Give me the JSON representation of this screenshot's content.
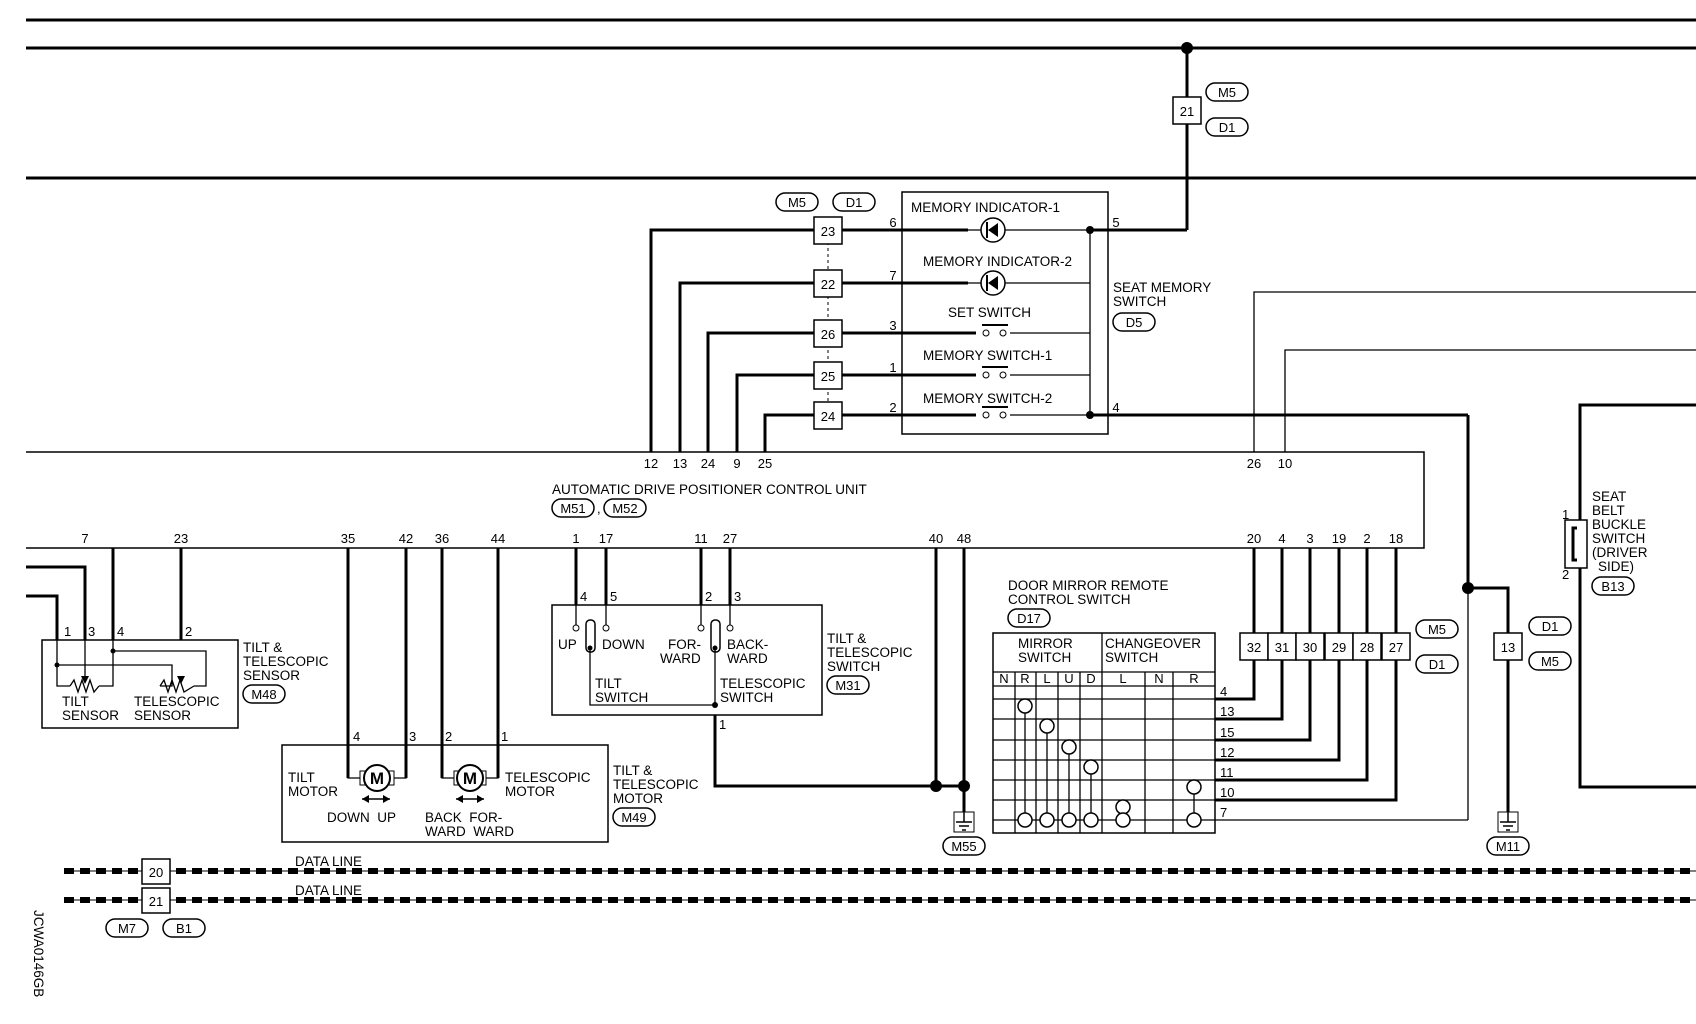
{
  "diagram_id": "JCWA0146GB",
  "connectors": {
    "M5": "M5",
    "D1": "D1",
    "D5": "D5",
    "M51": "M51",
    "M52": "M52",
    "M48": "M48",
    "M31": "M31",
    "M49": "M49",
    "M55": "M55",
    "D17": "D17",
    "M11": "M11",
    "B13": "B13",
    "M7": "M7",
    "B1": "B1"
  },
  "seat_memory_switch": {
    "title": [
      "SEAT MEMORY",
      "SWITCH"
    ],
    "memory_indicator_1": "MEMORY INDICATOR-1",
    "memory_indicator_2": "MEMORY INDICATOR-2",
    "set_switch": "SET SWITCH",
    "memory_switch_1": "MEMORY SWITCH-1",
    "memory_switch_2": "MEMORY SWITCH-2",
    "pins": [
      "6",
      "7",
      "3",
      "1",
      "2",
      "5",
      "4"
    ]
  },
  "junction_terminals": [
    "23",
    "22",
    "26",
    "25",
    "24"
  ],
  "top_junction": "21",
  "control_unit": {
    "title": "AUTOMATIC DRIVE POSITIONER CONTROL UNIT",
    "top_pins": [
      "12",
      "13",
      "24",
      "9",
      "25",
      "26",
      "10"
    ],
    "bottom_pins": [
      "7",
      "23",
      "35",
      "42",
      "36",
      "44",
      "1",
      "17",
      "11",
      "27",
      "40",
      "48",
      "20",
      "4",
      "3",
      "19",
      "2",
      "18"
    ]
  },
  "tilt_sensor": {
    "title": [
      "TILT &",
      "TELESCOPIC",
      "SENSOR"
    ],
    "tilt": [
      "TILT",
      "SENSOR"
    ],
    "telescopic": [
      "TELESCOPIC",
      "SENSOR"
    ],
    "pins": [
      "1",
      "3",
      "4",
      "2"
    ]
  },
  "tilt_motor": {
    "title": [
      "TILT &",
      "TELESCOPIC",
      "MOTOR"
    ],
    "tilt": [
      "TILT",
      "MOTOR"
    ],
    "telescopic": [
      "TELESCOPIC",
      "MOTOR"
    ],
    "down_up": "DOWN  UP",
    "back_for": [
      "BACK  FOR-",
      "WARD  WARD"
    ],
    "pins": [
      "4",
      "3",
      "2",
      "1"
    ]
  },
  "tilt_switch": {
    "title": [
      "TILT &",
      "TELESCOPIC",
      "SWITCH"
    ],
    "up": "UP",
    "down": "DOWN",
    "forward": [
      "FOR-",
      "WARD"
    ],
    "backward": [
      "BACK-",
      "WARD"
    ],
    "tilt": [
      "TILT",
      "SWITCH"
    ],
    "telescopic": [
      "TELESCOPIC",
      "SWITCH"
    ],
    "pins": [
      "4",
      "5",
      "2",
      "3",
      "1"
    ]
  },
  "door_mirror": {
    "title": [
      "DOOR MIRROR REMOTE",
      "CONTROL SWITCH"
    ],
    "mirror_switch": [
      "MIRROR",
      "SWITCH"
    ],
    "changeover_switch": [
      "CHANGEOVER",
      "SWITCH"
    ],
    "cols": [
      "N",
      "R",
      "L",
      "U",
      "D",
      "L",
      "N",
      "R"
    ],
    "pins": [
      "4",
      "13",
      "15",
      "12",
      "11",
      "10",
      "7"
    ]
  },
  "mid_terminals": [
    "32",
    "31",
    "30",
    "29",
    "28",
    "27"
  ],
  "m5_d1_terminal": "13",
  "seat_belt": {
    "title": [
      "SEAT",
      "BELT",
      "BUCKLE",
      "SWITCH",
      "(DRIVER",
      "SIDE)"
    ],
    "pins": [
      "1",
      "2"
    ]
  },
  "data_line": {
    "label1": "DATA LINE",
    "label2": "DATA LINE",
    "terminals": [
      "20",
      "21"
    ]
  }
}
